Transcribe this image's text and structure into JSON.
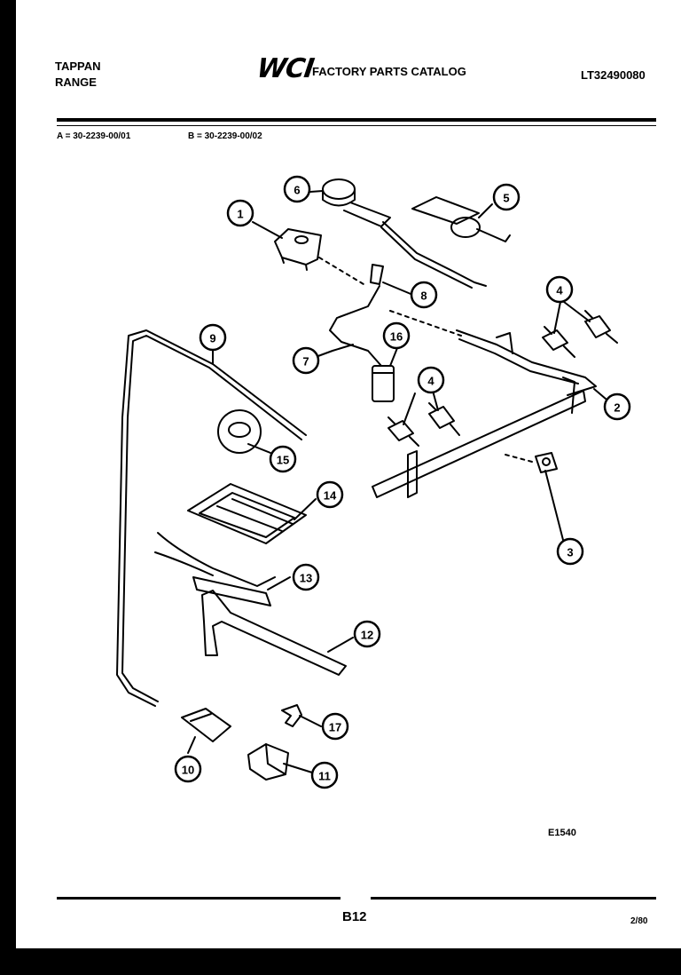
{
  "header": {
    "product_line_1": "TAPPAN",
    "product_line_2": "RANGE",
    "logo": "WCI",
    "catalog_title": "FACTORY PARTS CATALOG",
    "model_number": "LT32490080"
  },
  "variants": [
    {
      "text": "A = 30-2239-00/01"
    },
    {
      "text": "B = 30-2239-00/02"
    }
  ],
  "callouts": [
    "1",
    "2",
    "3",
    "4",
    "4",
    "5",
    "6",
    "7",
    "8",
    "9",
    "10",
    "11",
    "12",
    "13",
    "14",
    "15",
    "16",
    "17"
  ],
  "figure_code": "E1540",
  "footer": {
    "page_number": "B12",
    "date": "2/80"
  },
  "colors": {
    "ink": "#000000",
    "paper": "#ffffff"
  }
}
